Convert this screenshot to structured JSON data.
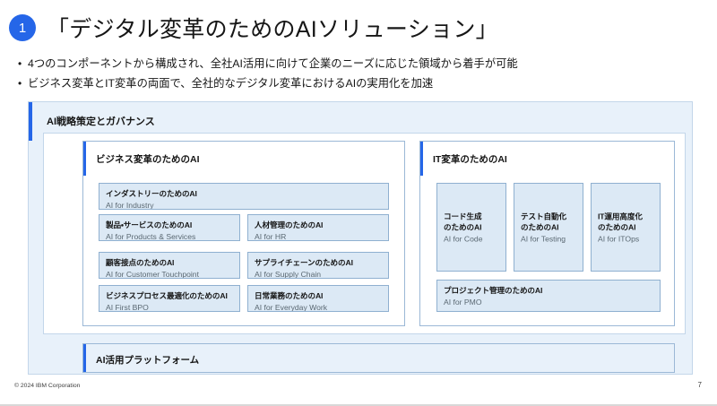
{
  "slide": {
    "number_badge": "1",
    "title": "「デジタル変革のためのAIソリューション」",
    "bullet_marker": "•",
    "bullets": [
      "4つのコンポーネントから構成され、全社AI活用に向けて企業のニーズに応じた領域から着手が可能",
      "ビジネス変革とIT変革の両面で、全社的なデジタル変革におけるAIの実用化を加速"
    ],
    "footer_left": "© 2024 IBM Corporation",
    "page_number": "7"
  },
  "governance": {
    "title": "AI戦略策定とガバナンス"
  },
  "business_section": {
    "title": "ビジネス変革のためのAI",
    "cards": [
      {
        "jp": "インダストリーのためのAI",
        "en": "AI for Industry"
      },
      {
        "jp": "製品・サービスのためのAI",
        "en": "AI for Products & Services"
      },
      {
        "jp": "人材管理のためのAI",
        "en": "AI for HR"
      },
      {
        "jp": "顧客接点のためのAI",
        "en": "AI for Customer Touchpoint"
      },
      {
        "jp": "サプライチェーンのためのAI",
        "en": "AI for Supply Chain"
      },
      {
        "jp": "ビジネスプロセス最適化のためのAI",
        "en": "AI First BPO"
      },
      {
        "jp": "日常業務のためのAI",
        "en": "AI for Everyday Work"
      }
    ]
  },
  "it_section": {
    "title": "IT変革のためのAI",
    "cards": [
      {
        "jp_line1": "コード生成",
        "jp_line2": "のためのAI",
        "en": "AI for Code"
      },
      {
        "jp_line1": "テスト自動化",
        "jp_line2": "のためのAI",
        "en": "AI for Testing"
      },
      {
        "jp_line1": "IT運用高度化",
        "jp_line2": "のためのAI",
        "en": "AI for ITOps"
      }
    ],
    "wide_card": {
      "jp": "プロジェクト管理のためのAI",
      "en": "AI for PMO"
    }
  },
  "platform": {
    "title": "AI活用プラットフォーム"
  },
  "colors": {
    "accent_blue": "#2566e8",
    "panel_fill": "#e8f1fa",
    "card_fill": "#dce9f5",
    "card_border": "#8fb0d0",
    "text_primary": "#161616",
    "text_secondary": "#5a6872"
  }
}
